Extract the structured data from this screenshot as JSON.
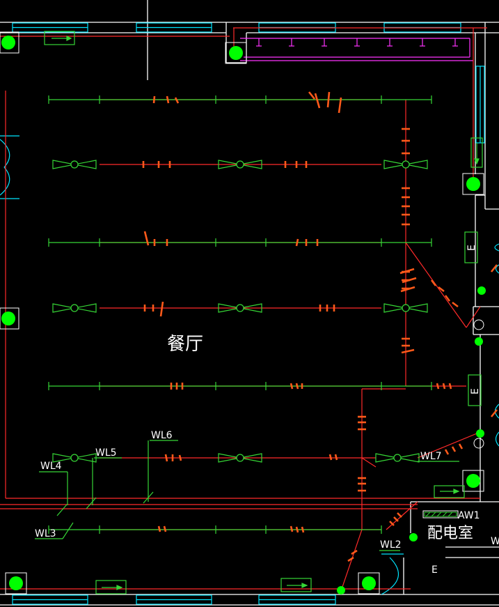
{
  "colors": {
    "background": "#000000",
    "wall": "#ffffff",
    "window": "#00e5ff",
    "circuit": "#ff2a2a",
    "fixture": "#36d636",
    "tick": "#ff5a1a",
    "duct": "#ff33ff",
    "lamp": "#00ff00",
    "text": "#ffffff"
  },
  "labels": {
    "room": "餐厅",
    "room_distribution": "配电室",
    "panel": "AW1",
    "w_fragment": "W",
    "outlet_e": "E",
    "circuits": {
      "wl2": "WL2",
      "wl3": "WL3",
      "wl4": "WL4",
      "wl5": "WL5",
      "wl6": "WL6",
      "wl7": "WL7"
    }
  },
  "icons": {
    "exit_sign": "exit-arrow-icon",
    "emergency_light": "emergency-light-icon",
    "ceiling_fan": "ceiling-fan-icon",
    "junction": "junction-circle-icon"
  }
}
